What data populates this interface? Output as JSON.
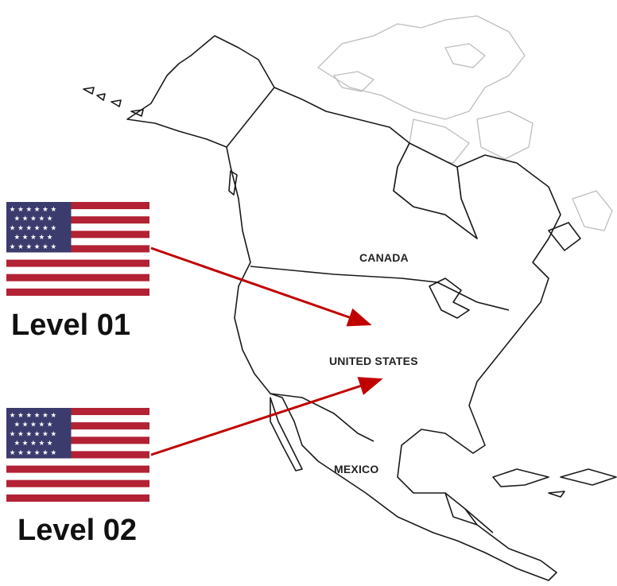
{
  "map": {
    "countries": [
      {
        "id": "canada",
        "label": "CANADA"
      },
      {
        "id": "united-states",
        "label": "UNITED STATES"
      },
      {
        "id": "mexico",
        "label": "MEXICO"
      }
    ]
  },
  "legend": {
    "items": [
      {
        "label": "Level 01",
        "target": "united-states"
      },
      {
        "label": "Level 02",
        "target": "united-states"
      }
    ]
  },
  "colors": {
    "arrow": "#c00000",
    "outline": "#1a1a1a",
    "arctic_outline": "#bdbdbd",
    "flag_red": "#b22234",
    "flag_blue": "#3c3b6e"
  }
}
